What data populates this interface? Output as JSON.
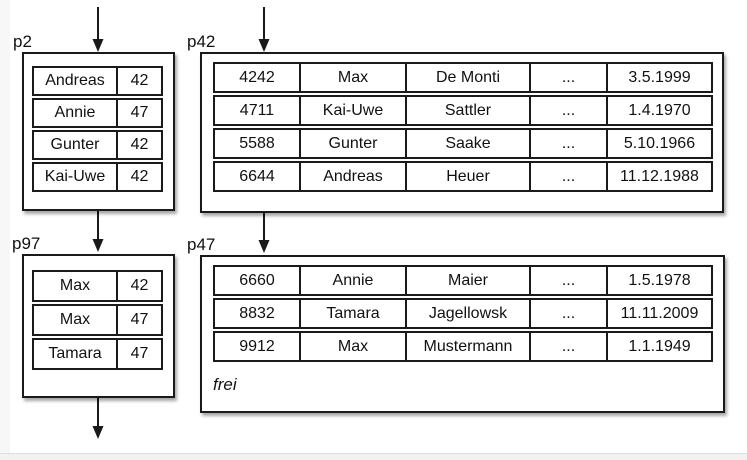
{
  "colors": {
    "line": "#1a1a1a",
    "background": "#ffffff",
    "page_margin": "#f7f7f7"
  },
  "pages": {
    "p2": {
      "label": "p2",
      "rows": [
        [
          "Andreas",
          "42"
        ],
        [
          "Annie",
          "47"
        ],
        [
          "Gunter",
          "42"
        ],
        [
          "Kai-Uwe",
          "42"
        ]
      ]
    },
    "p42": {
      "label": "p42",
      "rows": [
        [
          "4242",
          "Max",
          "De Monti",
          "...",
          "3.5.1999"
        ],
        [
          "4711",
          "Kai-Uwe",
          "Sattler",
          "...",
          "1.4.1970"
        ],
        [
          "5588",
          "Gunter",
          "Saake",
          "...",
          "5.10.1966"
        ],
        [
          "6644",
          "Andreas",
          "Heuer",
          "...",
          "11.12.1988"
        ]
      ]
    },
    "p97": {
      "label": "p97",
      "rows": [
        [
          "Max",
          "42"
        ],
        [
          "Max",
          "47"
        ],
        [
          "Tamara",
          "47"
        ]
      ]
    },
    "p47": {
      "label": "p47",
      "rows": [
        [
          "6660",
          "Annie",
          "Maier",
          "...",
          "1.5.1978"
        ],
        [
          "8832",
          "Tamara",
          "Jagellowsk",
          "...",
          "11.11.2009"
        ],
        [
          "9912",
          "Max",
          "Mustermann",
          "...",
          "1.1.1949"
        ]
      ],
      "free_label": "frei"
    }
  }
}
